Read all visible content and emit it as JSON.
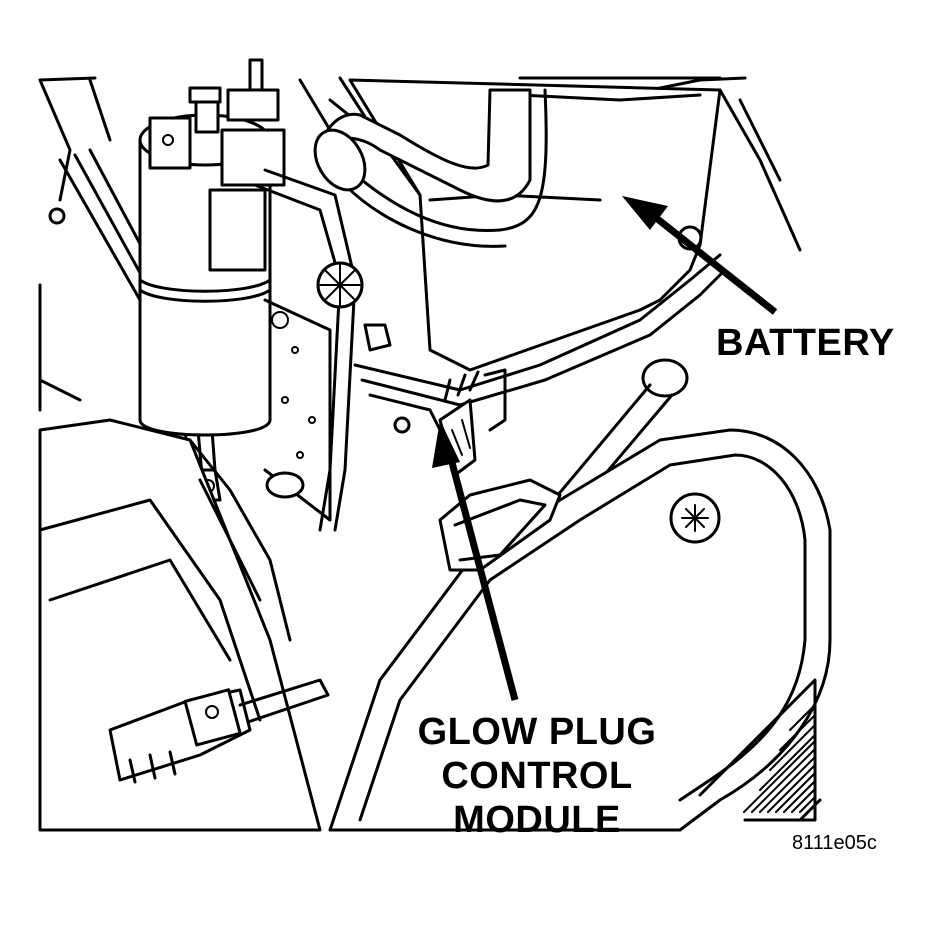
{
  "labels": {
    "battery": "BATTERY",
    "gpcm_line1": "GLOW PLUG",
    "gpcm_line2": "CONTROL",
    "gpcm_line3": "MODULE"
  },
  "figure_id": "8111e05c"
}
